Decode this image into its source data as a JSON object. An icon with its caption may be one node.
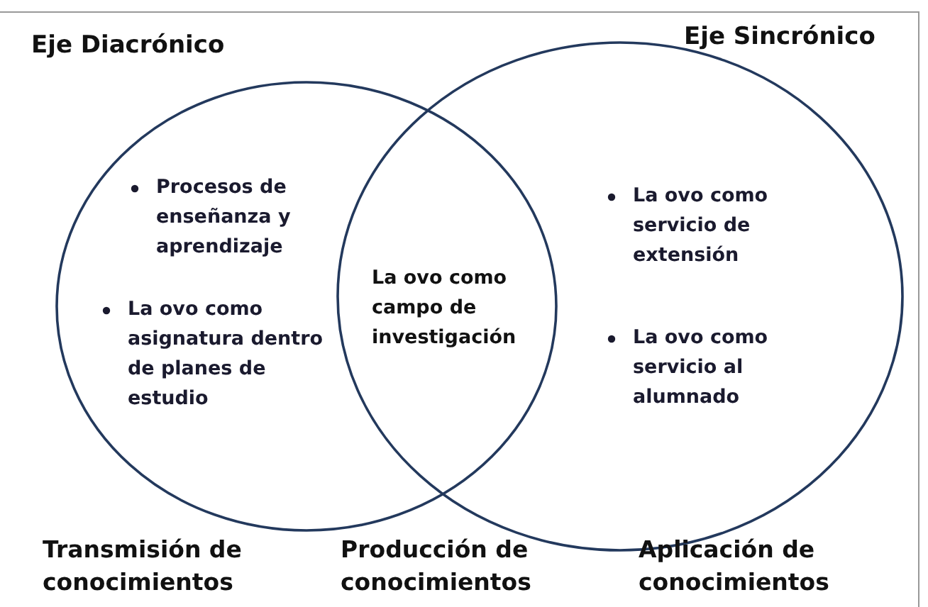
{
  "diagram": {
    "nodes": [
      {
        "text": [
          "Eje Diacrónico",
          "Procesos de enseñanza y aprendizaje",
          "La ovo como asignatura dentro de planes de estudio"
        ]
      },
      {
        "text": [
          "Eje Sincrónico",
          "La ovo como servicio de extensión",
          "La ovo como servicio al alumnado"
        ]
      }
    ],
    "labels": [
      "La ovo como campo de investigación",
      "Transmisión de conocimientos",
      "Producción de conocimientos",
      "Aplicación de conocimientos"
    ]
  }
}
